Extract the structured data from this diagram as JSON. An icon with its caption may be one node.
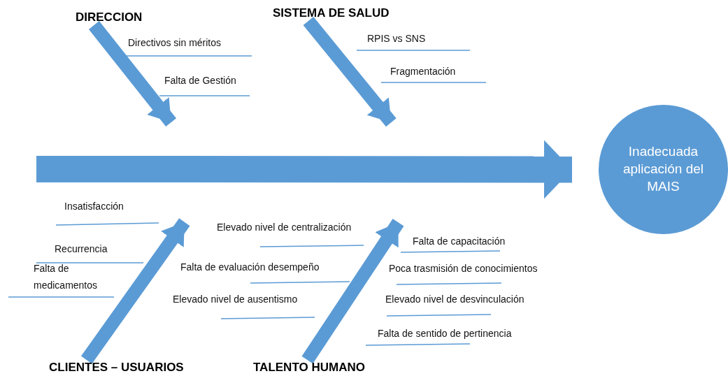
{
  "diagram": {
    "nodes": [
      {
        "text": [
          "Inadecuada aplicación del MAIS"
        ]
      },
      {
        "text": [
          "DIRECCION"
        ]
      },
      {
        "text": [
          "SISTEMA DE SALUD"
        ]
      },
      {
        "text": [
          "CLIENTES – USUARIOS"
        ]
      },
      {
        "text": [
          "TALENTO HUMANO"
        ]
      }
    ],
    "edges": [
      {
        "from": null,
        "to": 0,
        "arrow": "to",
        "style": "thick"
      },
      {
        "from": 1,
        "to": null,
        "arrow": "to"
      },
      {
        "from": 2,
        "to": null,
        "arrow": "to"
      },
      {
        "from": 3,
        "to": null,
        "arrow": "to"
      },
      {
        "from": 4,
        "to": null,
        "arrow": "to"
      }
    ],
    "labels": [
      "Directivos sin méritos",
      "RPIS vs SNS",
      "Fragmentación",
      "Falta de Gestión",
      "Insatisfacción",
      "Elevado nivel de centralización",
      "Falta de capacitación",
      "Recurrencia",
      "Falta de evaluación desempeño",
      "Falta de medicamentos",
      "Poca trasmisión de conocimientos",
      "Elevado nivel de ausentismo",
      "Elevado nivel de desvinculación",
      "Falta de sentido de pertinencia"
    ]
  }
}
